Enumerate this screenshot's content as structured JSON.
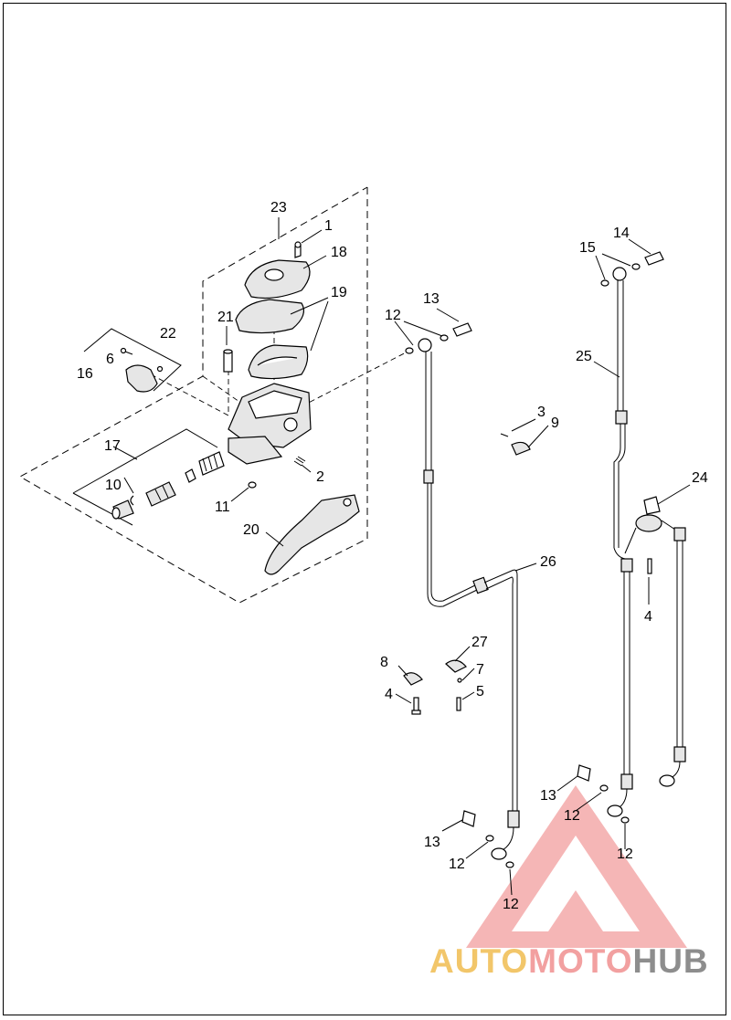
{
  "callouts": {
    "c1": "1",
    "c2": "2",
    "c3": "3",
    "c4a": "4",
    "c4b": "4",
    "c5": "5",
    "c6": "6",
    "c7": "7",
    "c8": "8",
    "c9": "9",
    "c10": "10",
    "c11": "11",
    "c12a": "12",
    "c12b": "12",
    "c12c": "12",
    "c12d": "12",
    "c12e": "12",
    "c13a": "13",
    "c13b": "13",
    "c13c": "13",
    "c14": "14",
    "c15": "15",
    "c16": "16",
    "c17": "17",
    "c18": "18",
    "c19": "19",
    "c20": "20",
    "c21": "21",
    "c22": "22",
    "c23": "23",
    "c24": "24",
    "c25": "25",
    "c26": "26",
    "c27": "27"
  },
  "watermark": {
    "part1": "AUTO",
    "part2": "MOTO",
    "part3": "HUB",
    "color1": "#f2c66a",
    "color2": "#f2a0a0",
    "color3": "#8d8d8d",
    "triangle_color": "#f08c8c"
  }
}
